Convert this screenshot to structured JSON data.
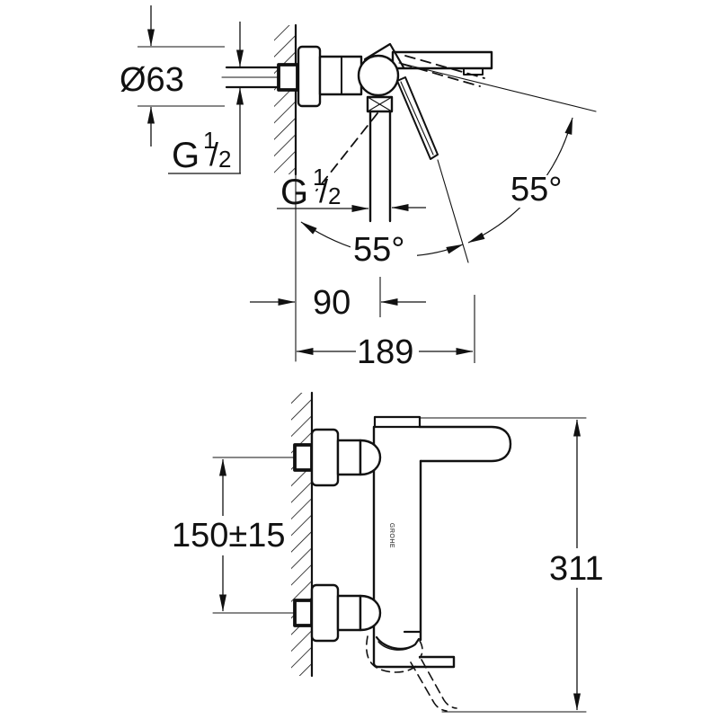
{
  "colors": {
    "background": "#ffffff",
    "ink": "#111111"
  },
  "side_view": {
    "escutcheon_diameter": "Ø63",
    "wall_thread": {
      "prefix": "G",
      "numerator": "1",
      "slash": "/",
      "denominator": "2"
    },
    "outlet_thread": {
      "prefix": "G",
      "numerator": "1",
      "slash": "/",
      "denominator": "2"
    },
    "spout_swivel_angle": "55°",
    "lever_swing_angle": "55°",
    "wall_to_outlet_axis": "90",
    "wall_to_spout_reach": "189"
  },
  "front_view": {
    "brand_mark": "GROHE",
    "connection_centers": "150±15",
    "overall_height": "311"
  }
}
